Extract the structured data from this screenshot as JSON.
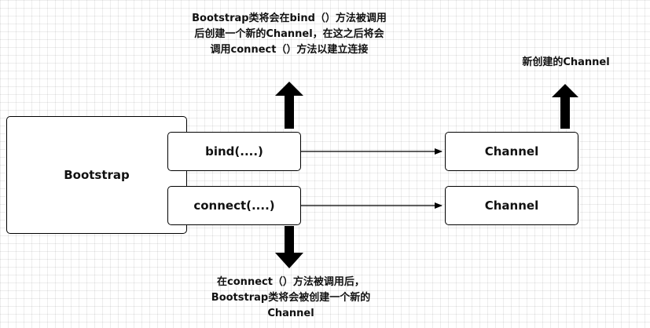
{
  "nodes": {
    "bootstrap": "Bootstrap",
    "bind": "bind(....)",
    "connect": "connect(....)",
    "channel_top": "Channel",
    "channel_bottom": "Channel"
  },
  "notes": {
    "top_left": [
      "Bootstrap类将会在bind（）方法被调用",
      "后创建一个新的Channel，在这之后将会",
      "调用connect（）方法以建立连接"
    ],
    "top_right": "新创建的Channel",
    "bottom": [
      "在connect（）方法被调用后，",
      "Bootstrap类将会被创建一个新的",
      "Channel"
    ]
  },
  "colors": {
    "stroke": "#000000",
    "grid": "#e6e6e6"
  }
}
